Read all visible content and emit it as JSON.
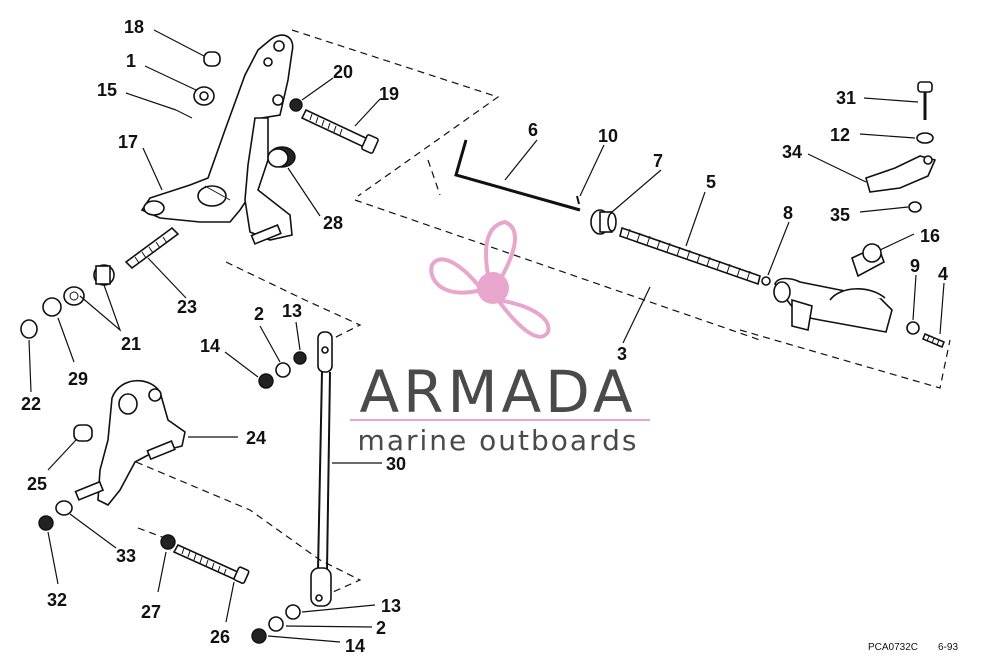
{
  "callouts": {
    "c1": "1",
    "c2a": "2",
    "c2b": "2",
    "c3": "3",
    "c4": "4",
    "c5": "5",
    "c6": "6",
    "c7": "7",
    "c8": "8",
    "c9": "9",
    "c10": "10",
    "c12": "12",
    "c13a": "13",
    "c13b": "13",
    "c14a": "14",
    "c14b": "14",
    "c15": "15",
    "c16": "16",
    "c17": "17",
    "c18": "18",
    "c19": "19",
    "c20": "20",
    "c21": "21",
    "c22": "22",
    "c23": "23",
    "c24": "24",
    "c25": "25",
    "c26": "26",
    "c27": "27",
    "c28": "28",
    "c29": "29",
    "c30": "30",
    "c31": "31",
    "c32": "32",
    "c33": "33",
    "c34": "34",
    "c35": "35"
  },
  "watermark": {
    "brand": "ARMADA",
    "tagline": "marine outboards",
    "color_logo": "#e8a6cc",
    "color_text": "#4a4a4a"
  },
  "footer": {
    "code": "PCA0732C",
    "date": "6-93"
  }
}
